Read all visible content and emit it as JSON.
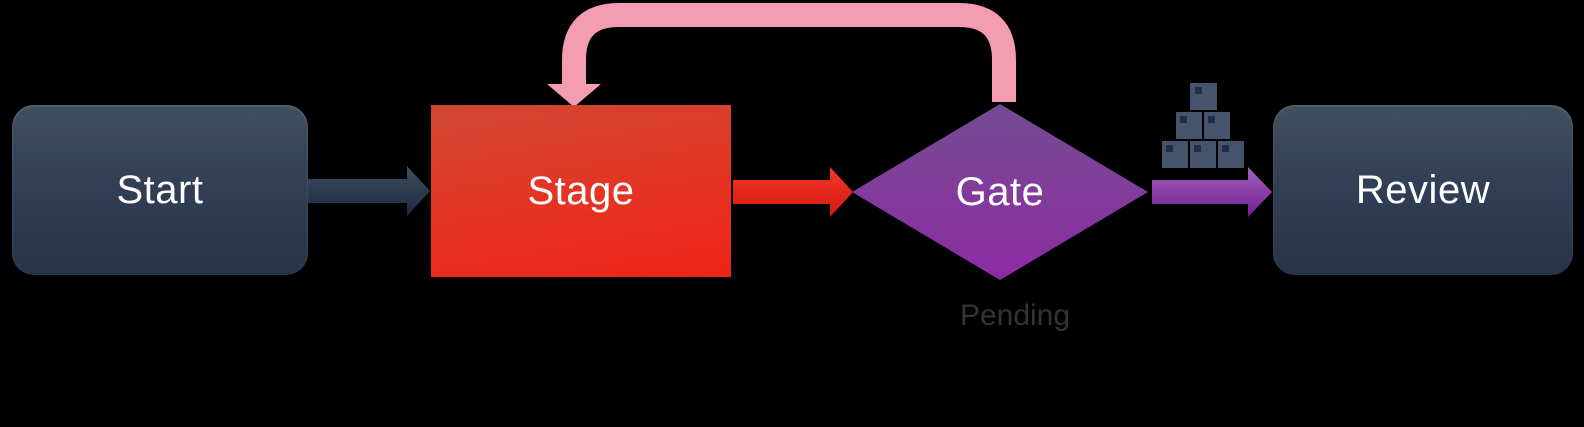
{
  "diagram_title": "Process flow diagram",
  "background": "#000000",
  "nodes": {
    "start": {
      "label": "Start",
      "shape": "rounded-rectangle",
      "fill_top": "#41505f",
      "fill_bottom": "#263349",
      "text_color": "#ffffff"
    },
    "stage": {
      "label": "Stage",
      "shape": "rectangle",
      "fill_top": "#d04733",
      "fill_bottom": "#ee2415",
      "text_color": "#ffffff"
    },
    "gate": {
      "label": "Gate",
      "shape": "diamond",
      "fill_top": "#744b92",
      "fill_bottom": "#8d2ba5",
      "text_color": "#ffffff",
      "status_label": "Pending",
      "status_color": "#333333"
    },
    "review": {
      "label": "Review",
      "shape": "rounded-rectangle",
      "fill_top": "#41505f",
      "fill_bottom": "#263349",
      "text_color": "#ffffff"
    }
  },
  "connectors": [
    {
      "name": "start-to-stage",
      "style": "straight-arrow",
      "color_top": "#3d4c5e",
      "color_bottom": "#1e2b41"
    },
    {
      "name": "stage-to-gate",
      "style": "straight-arrow",
      "color_top": "#ef3a28",
      "color_bottom": "#cf1f10"
    },
    {
      "name": "gate-to-review",
      "style": "straight-arrow",
      "color_top": "#a263be",
      "color_bottom": "#6f2190"
    },
    {
      "name": "gate-to-stage-feedback",
      "style": "elbow-loop-arrow",
      "color": "#f49cb1"
    }
  ],
  "icons": [
    {
      "name": "packages-icon",
      "description": "pyramid stack of 6 crates above gate-to-review arrow",
      "rows_bottom_to_top": [
        3,
        2,
        1
      ],
      "box_color": "#46536c",
      "lid_color": "#232e44"
    }
  ]
}
